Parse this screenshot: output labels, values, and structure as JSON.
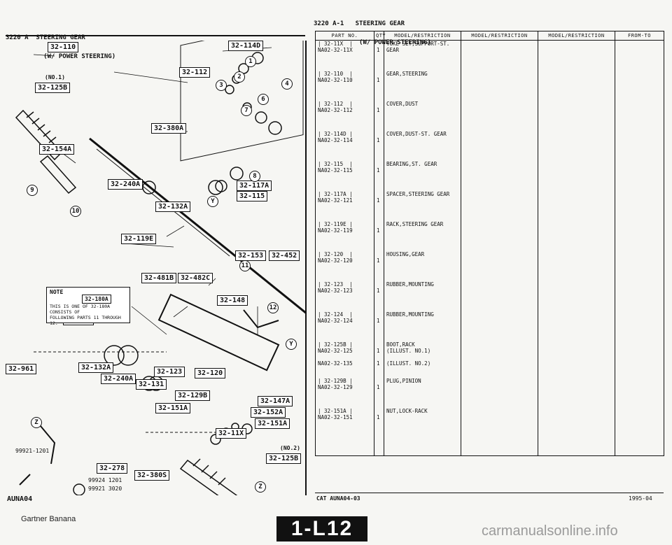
{
  "header_left": {
    "line1": "3220 A  STEERING GEAR",
    "line2": "          (W/ POWER STEERING)"
  },
  "header_right": {
    "line1": "3220 A-1   STEERING GEAR",
    "line2": "            (W/ POWER STEERING)"
  },
  "table": {
    "columns": [
      "PART NO.",
      "QTY",
      "MODEL/RESTRICTION",
      "MODEL/RESTRICTION",
      "MODEL/RESTRICTION",
      "FROM-TO"
    ],
    "rows": [
      {
        "ref": "| 32-11X  |",
        "part_no": "NA02-32-11X",
        "qty": "1",
        "desc": "YOKE SET,SUPPORT-ST. GEAR"
      },
      {
        "ref": "| 32-110  |",
        "part_no": "NA02-32-110",
        "qty": "1",
        "desc": "GEAR,STEERING"
      },
      {
        "ref": "| 32-112  |",
        "part_no": "NA02-32-112",
        "qty": "1",
        "desc": "COVER,DUST"
      },
      {
        "ref": "| 32-114D |",
        "part_no": "NA02-32-114",
        "qty": "1",
        "desc": "COVER,DUST-ST. GEAR"
      },
      {
        "ref": "| 32-115  |",
        "part_no": "NA02-32-115",
        "qty": "1",
        "desc": "BEARING,ST. GEAR"
      },
      {
        "ref": "| 32-117A |",
        "part_no": "NA02-32-121",
        "qty": "1",
        "desc": "SPACER,STEERING GEAR"
      },
      {
        "ref": "| 32-119E |",
        "part_no": "NA02-32-119",
        "qty": "1",
        "desc": "RACK,STEERING GEAR"
      },
      {
        "ref": "| 32-120  |",
        "part_no": "NA02-32-120",
        "qty": "1",
        "desc": "HOUSING,GEAR"
      },
      {
        "ref": "| 32-123  |",
        "part_no": "NA02-32-123",
        "qty": "1",
        "desc": "RUBBER,MOUNTING"
      },
      {
        "ref": "| 32-124  |",
        "part_no": "NA02-32-124",
        "qty": "1",
        "desc": "RUBBER,MOUNTING"
      },
      {
        "ref": "| 32-125B |",
        "part_no": "NA02-32-125",
        "qty": "1",
        "desc": "BOOT,RACK",
        "extra_part_no": "NA02-32-135",
        "extra_qty": "1",
        "desc_a": "(ILLUST. NO.1)",
        "desc_b": "(ILLUST. NO.2)"
      },
      {
        "ref": "| 32-129B |",
        "part_no": "NA02-32-129",
        "qty": "1",
        "desc": "PLUG,PINION"
      },
      {
        "ref": "| 32-151A |",
        "part_no": "NA02-32-151",
        "qty": "1",
        "desc": "NUT,LOCK-RACK"
      }
    ]
  },
  "diagram_tags": [
    "32-110",
    "32-114D",
    "32-112",
    "32-125B",
    "32-380A",
    "32-154A",
    "32-240A",
    "32-117A",
    "32-115",
    "32-132A",
    "32-119E",
    "32-153",
    "32-452",
    "32-180A",
    "32-481B",
    "32-482C",
    "32-148",
    "32-124",
    "32-134",
    "32-961",
    "32-132A",
    "32-240A",
    "32-123",
    "32-131",
    "32-120",
    "32-129B",
    "32-147A",
    "32-151A",
    "32-152A",
    "32-151A",
    "32-11X",
    "32-125B",
    "32-278",
    "32-380S"
  ],
  "note": {
    "title": "NOTE",
    "line1": "THIS IS ONE OF 32-180A CONSISTS OF",
    "line2": "FOLLOWING PARTS 11 THROUGH 12."
  },
  "part_labels": {
    "no1": "(NO.1)",
    "no2": "(NO.2)",
    "p1": "99921-1201",
    "p2": "99924 1201",
    "p3": "99921 3020"
  },
  "footer": {
    "left_code": "AUNA04",
    "cat": "CAT  AUNA04-03",
    "date": "1995-04",
    "publisher": "Gartner Banana",
    "page": "1-L12",
    "watermark": "carmanualsonline.info"
  }
}
